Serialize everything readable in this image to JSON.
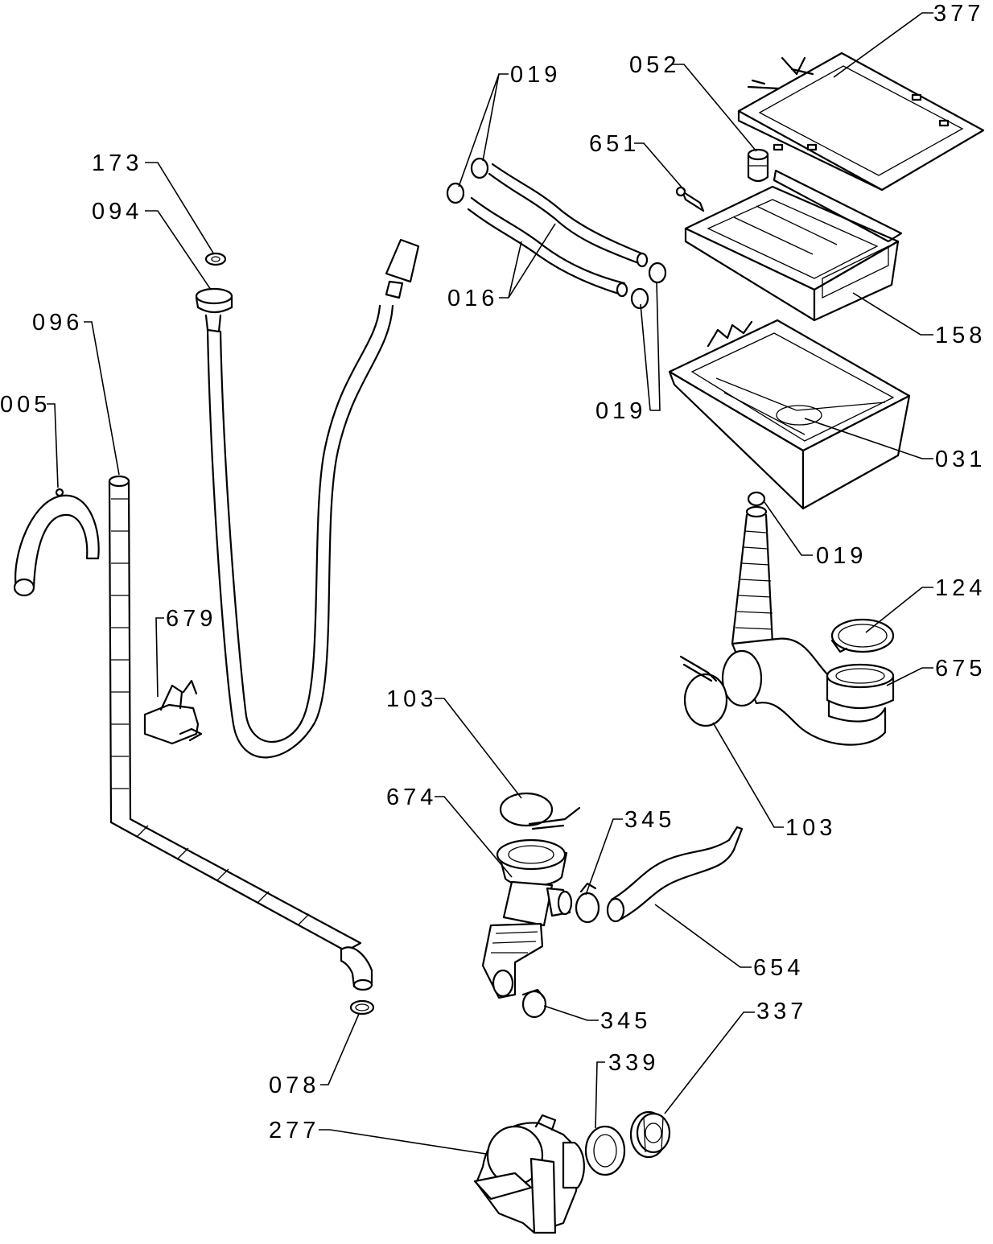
{
  "diagram": {
    "callouts": [
      {
        "id": "c377",
        "text": "377"
      },
      {
        "id": "c019a",
        "text": "019"
      },
      {
        "id": "c052",
        "text": "052"
      },
      {
        "id": "c651",
        "text": "651"
      },
      {
        "id": "c173",
        "text": "173"
      },
      {
        "id": "c094",
        "text": "094"
      },
      {
        "id": "c016",
        "text": "016"
      },
      {
        "id": "c158",
        "text": "158"
      },
      {
        "id": "c096",
        "text": "096"
      },
      {
        "id": "c005",
        "text": "005"
      },
      {
        "id": "c019b",
        "text": "019"
      },
      {
        "id": "c031",
        "text": "031"
      },
      {
        "id": "c019c",
        "text": "019"
      },
      {
        "id": "c124",
        "text": "124"
      },
      {
        "id": "c679",
        "text": "679"
      },
      {
        "id": "c675",
        "text": "675"
      },
      {
        "id": "c103a",
        "text": "103"
      },
      {
        "id": "c674",
        "text": "674"
      },
      {
        "id": "c345a",
        "text": "345"
      },
      {
        "id": "c103b",
        "text": "103"
      },
      {
        "id": "c654",
        "text": "654"
      },
      {
        "id": "c345b",
        "text": "345"
      },
      {
        "id": "c337",
        "text": "337"
      },
      {
        "id": "c339",
        "text": "339"
      },
      {
        "id": "c078",
        "text": "078"
      },
      {
        "id": "c277",
        "text": "277"
      }
    ]
  }
}
